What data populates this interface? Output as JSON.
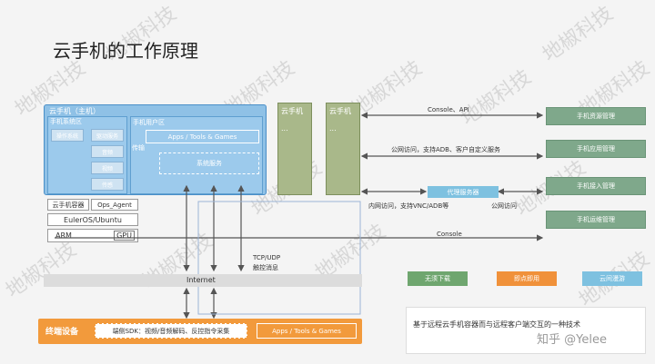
{
  "title": "云手机的工作原理",
  "host": {
    "label": "云手机（主机）",
    "sys_area": "手机系统区",
    "sys_items": [
      "操作系统",
      "驱动服务",
      "音频",
      "视频",
      "传感"
    ],
    "user_area": "手机用户区",
    "user_apps": "Apps / Tools & Games",
    "user_item2": "系统服务",
    "side_label": "传输",
    "container": "云手机容器",
    "agent": "Ops_Agent",
    "os": "EulerOS/Ubuntu",
    "arm": "ARM",
    "gpu": "GPU"
  },
  "extra_phones": [
    {
      "label": "云手机",
      "dots": "..."
    },
    {
      "label": "云手机",
      "dots": "..."
    }
  ],
  "links": {
    "console_api": "Console、API",
    "public": "公网访问，支持ADB、客户自定义服务",
    "proxy": "代理服务器",
    "intranet": "内网访问，支持VNC/ADB等",
    "public2": "公网访问",
    "console": "Console",
    "tcp": "TCP/UDP",
    "touch": "触控消息",
    "internet": "Internet"
  },
  "mgmt": [
    "手机资源管理",
    "手机应用管理",
    "手机接入管理",
    "手机运维管理"
  ],
  "badges": {
    "no_download": "无须下载",
    "instant": "即点即用",
    "share": "云间漫游"
  },
  "terminal": {
    "label": "终端设备",
    "sdk": "端侧SDK：视频/音频解码、反控指令采集",
    "apps": "Apps / Tools & Games"
  },
  "caption": "基于远程云手机容器而与远程客户端交互的一种技术",
  "credit": "知乎 @Yelee",
  "watermark": "地椒科技",
  "colors": {
    "host_bg": "#8fc1e6",
    "host_border": "#4a8fc8",
    "phone_bg": "#a9b88a",
    "mgmt_bg": "#7fa88b",
    "terminal_bg": "#f29a3c",
    "badge_green": "#6fa66f",
    "badge_orange": "#f0913a",
    "badge_blue": "#7ec1e0"
  }
}
